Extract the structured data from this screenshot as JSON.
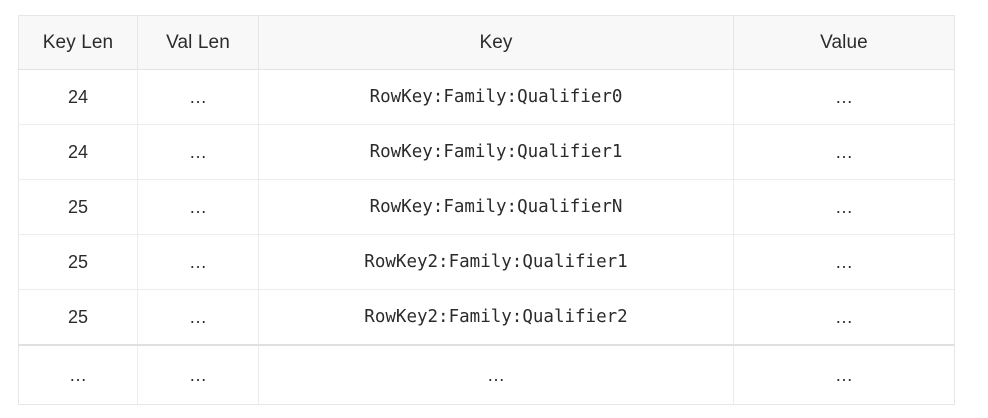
{
  "table": {
    "name": "hfile-keyvalue-table",
    "ellipsis": "…",
    "columns": [
      {
        "key": "key_len",
        "label": "Key Len",
        "align": "center",
        "mono": false
      },
      {
        "key": "val_len",
        "label": "Val Len",
        "align": "center",
        "mono": false
      },
      {
        "key": "key",
        "label": "Key",
        "align": "center",
        "mono": true
      },
      {
        "key": "value",
        "label": "Value",
        "align": "center",
        "mono": false
      }
    ],
    "rows": [
      {
        "key_len": "24",
        "val_len": "…",
        "key": "RowKey:Family:Qualifier0",
        "value": "…"
      },
      {
        "key_len": "24",
        "val_len": "…",
        "key": "RowKey:Family:Qualifier1",
        "value": "…"
      },
      {
        "key_len": "25",
        "val_len": "…",
        "key": "RowKey:Family:QualifierN",
        "value": "…"
      },
      {
        "key_len": "25",
        "val_len": "…",
        "key": "RowKey2:Family:Qualifier1",
        "value": "…"
      },
      {
        "key_len": "25",
        "val_len": "…",
        "key": "RowKey2:Family:Qualifier2",
        "value": "…"
      },
      {
        "key_len": "…",
        "val_len": "…",
        "key": "…",
        "value": "…"
      }
    ]
  },
  "colors": {
    "header_background": "#f8f8f8",
    "body_background": "#ffffff",
    "border": "#e6e6e6",
    "inner_border": "#ececec",
    "tail_border": "#e0e0e0",
    "text": "#2b2b2b"
  }
}
